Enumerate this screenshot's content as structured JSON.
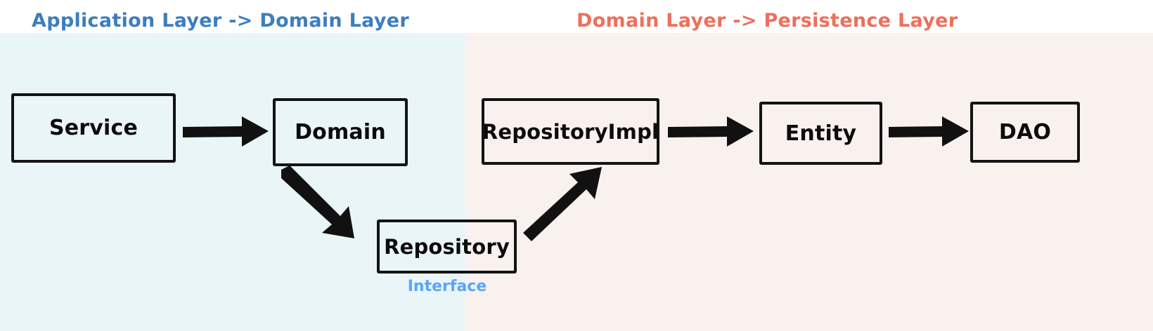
{
  "diagram": {
    "title_left": "Application Layer -> Domain Layer",
    "title_right": "Domain Layer -> Persistence Layer",
    "colors": {
      "panel_left_bg": "#eaf5f7",
      "panel_right_bg": "#f8f1ee",
      "title_left": "#3c7ebf",
      "title_right": "#ee6f5b",
      "interface_label": "#5aa6f8",
      "stroke": "#111111",
      "page_bg": "#ffffff"
    },
    "nodes": [
      {
        "id": "service",
        "label": "Service",
        "panel": "left"
      },
      {
        "id": "domain",
        "label": "Domain",
        "panel": "left"
      },
      {
        "id": "repository",
        "label": "Repository",
        "panel": "both"
      },
      {
        "id": "repositoryimpl",
        "label": "RepositoryImpl",
        "panel": "right"
      },
      {
        "id": "entity",
        "label": "Entity",
        "panel": "right"
      },
      {
        "id": "dao",
        "label": "DAO",
        "panel": "right"
      }
    ],
    "captions": {
      "interface": "Interface"
    },
    "edges": [
      {
        "from": "service",
        "to": "domain",
        "style": "horizontal-right"
      },
      {
        "from": "domain",
        "to": "repository",
        "style": "diagonal-down-right"
      },
      {
        "from": "repository",
        "to": "repositoryimpl",
        "style": "diagonal-up-right"
      },
      {
        "from": "repositoryimpl",
        "to": "entity",
        "style": "horizontal-right"
      },
      {
        "from": "entity",
        "to": "dao",
        "style": "horizontal-right"
      }
    ]
  }
}
